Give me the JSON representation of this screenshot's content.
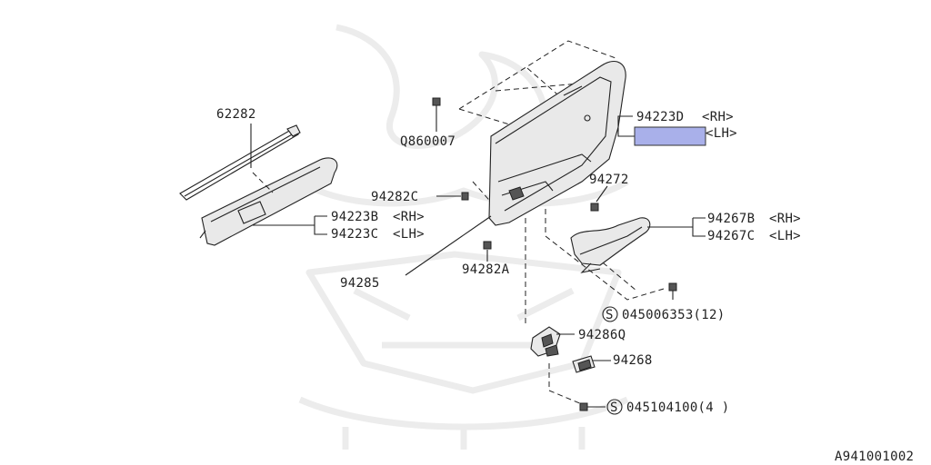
{
  "diagram_id": "A941001002",
  "highlight_color": "#a9b0ea",
  "watermark": "samurai-helmet-logo",
  "labels": {
    "p62282": "62282",
    "p94223d": "94223D",
    "p94223d_rh": "<RH>",
    "p94223d_lh": "<LH>",
    "q860007": "Q860007",
    "p94272": "94272",
    "p94282c": "94282C",
    "p94223b": "94223B",
    "p94223b_rh": "<RH>",
    "p94223c": "94223C",
    "p94223c_lh": "<LH>",
    "p94267b": "94267B",
    "p94267b_rh": "<RH>",
    "p94267c": "94267C",
    "p94267c_lh": "<LH>",
    "p94285": "94285",
    "p94282a": "94282A",
    "s_symbol_1": "S",
    "p045006353": "045006353(12)",
    "p94286q": "94286Q",
    "p94268": "94268",
    "s_symbol_2": "S",
    "p045104100": "045104100(4 )"
  }
}
